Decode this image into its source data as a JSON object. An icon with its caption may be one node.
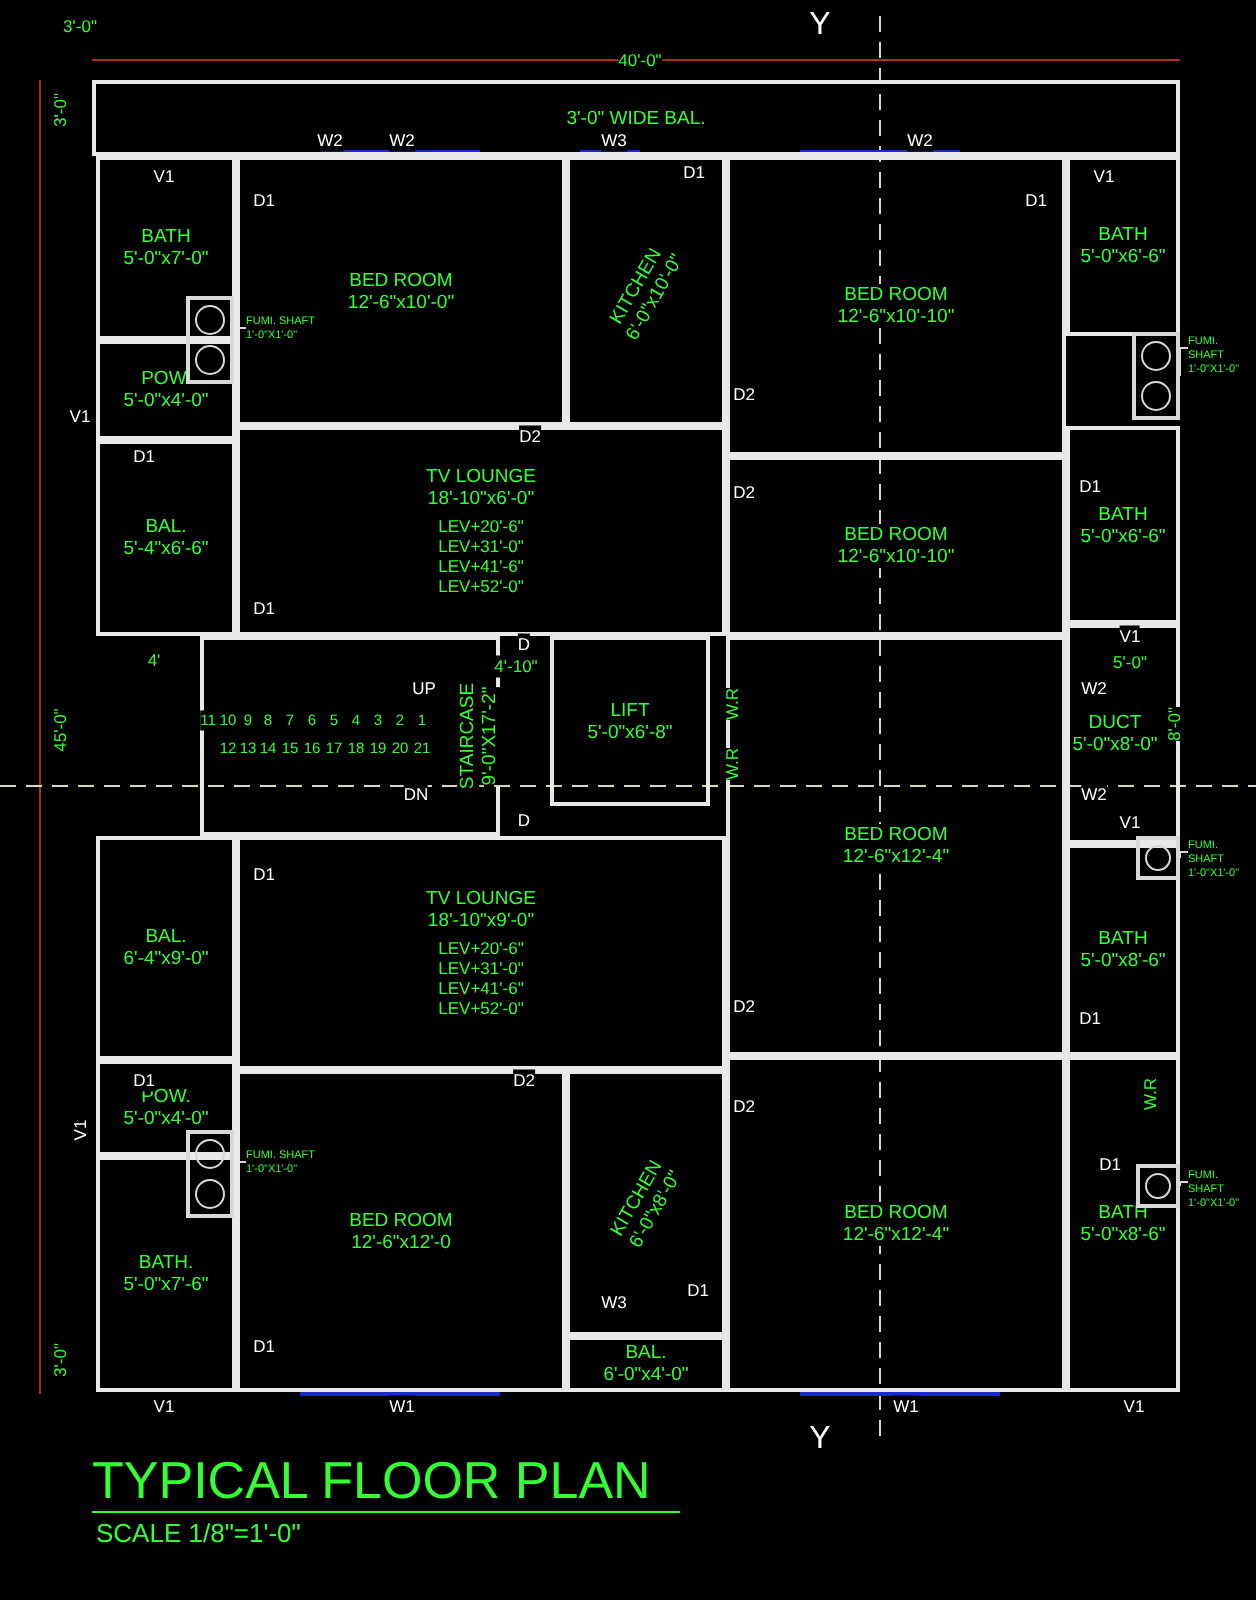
{
  "diagram": {
    "title": "TYPICAL FLOOR PLAN",
    "caption": "SCALE 1/8\"=1'-0\"",
    "nodes": [
      {
        "text": [
          "3'-0\" WIDE BAL."
        ]
      },
      {
        "text": [
          "BATH",
          "5'-0\"x7'-0\""
        ]
      },
      {
        "text": [
          "BED ROOM",
          "12'-6\"x10'-0\""
        ]
      },
      {
        "text": [
          "KITCHEN",
          "6'-0\"x10'-0\""
        ]
      },
      {
        "text": [
          "BED ROOM",
          "12'-6\"x10'-10\""
        ]
      },
      {
        "text": [
          "BATH",
          "5'-0\"x6'-6\""
        ]
      },
      {
        "text": [
          "POW.",
          "5'-0\"x4'-0\""
        ]
      },
      {
        "text": [
          "TV LOUNGE",
          "18'-10\"x6'-0\"",
          "LEV+20'-6\"",
          "LEV+31'-0\"",
          "LEV+41'-6\"",
          "LEV+52'-0\""
        ]
      },
      {
        "text": [
          "BAL.",
          "5'-4\"x6'-6\""
        ]
      },
      {
        "text": [
          "BATH",
          "5'-0\"x6'-6\""
        ]
      },
      {
        "text": [
          "BED ROOM",
          "12'-6\"x10'-10\""
        ]
      },
      {
        "text": [
          "STAIRCASE",
          "9'-0\"X17'-2\""
        ]
      },
      {
        "text": [
          "LIFT",
          "5'-0\"x6'-8\""
        ]
      },
      {
        "text": [
          "DUCT",
          "5'-0\"x8'-0\""
        ]
      },
      {
        "text": [
          "BED ROOM",
          "12'-6\"x12'-4\""
        ]
      },
      {
        "text": [
          "BATH",
          "5'-0\"x8'-6\""
        ]
      },
      {
        "text": [
          "TV LOUNGE",
          "18'-10\"x9'-0\"",
          "LEV+20'-6\"",
          "LEV+31'-0\"",
          "LEV+41'-6\"",
          "LEV+52'-0\""
        ]
      },
      {
        "text": [
          "BAL.",
          "6'-4\"x9'-0\""
        ]
      },
      {
        "text": [
          "POW.",
          "5'-0\"x4'-0\""
        ]
      },
      {
        "text": [
          "KITCHEN",
          "6'-0\"x8'-0\""
        ]
      },
      {
        "text": [
          "BED ROOM",
          "12'-6\"x12'-0"
        ]
      },
      {
        "text": [
          "BATH.",
          "5'-0\"x7'-6\""
        ]
      },
      {
        "text": [
          "BED ROOM",
          "12'-6\"x12'-4\""
        ]
      },
      {
        "text": [
          "BATH",
          "5'-0\"x8'-6\""
        ]
      },
      {
        "text": [
          "BAL.",
          "6'-0\"x4'-0\""
        ]
      },
      {
        "text": [
          "FUMI. SHAFT",
          "1'-0\"X1'-0\""
        ],
        "in": 2
      },
      {
        "text": [
          "FUMI. SHAFT",
          "1'-0\"X1'-0\""
        ]
      },
      {
        "text": [
          "FUMI. SHAFT",
          "1'-0\"X1'-0\""
        ]
      },
      {
        "text": [
          "FUMI. SHAFT",
          "1'-0\"X1'-0\""
        ],
        "in": 20
      },
      {
        "text": [
          "FUMI. SHAFT",
          "1'-0\"X1'-0\""
        ]
      },
      {
        "text": [],
        "shape": "box"
      },
      {
        "text": [],
        "shape": "box"
      },
      {
        "text": [],
        "shape": "box"
      },
      {
        "text": [],
        "shape": "box"
      },
      {
        "text": [],
        "shape": "box",
        "in": 23
      }
    ],
    "edges": [
      {
        "from": 25,
        "to": 30,
        "arrow": "none"
      },
      {
        "from": 26,
        "to": 31,
        "arrow": "none"
      },
      {
        "from": 27,
        "to": 32,
        "arrow": "none"
      },
      {
        "from": 28,
        "to": 33,
        "arrow": "none"
      },
      {
        "from": 29,
        "to": 34,
        "arrow": "none"
      }
    ],
    "labels": [
      "3'-0\"",
      "Y",
      "40'-0\"",
      "3'-0\"",
      "W2",
      "W2",
      "W3",
      "D1",
      "W2",
      "V1",
      "D1",
      "V1",
      "D1",
      "V1",
      "D2",
      "D2",
      "D1",
      "D2",
      "D1",
      "D1",
      "D",
      "V1",
      "4'",
      "4'-10\"",
      "5'-0\"",
      "UP",
      "W2",
      "45'-0\"",
      "11",
      "10",
      "9",
      "8",
      "7",
      "6",
      "5",
      "4",
      "3",
      "2",
      "1",
      "W.R",
      "8'-0\"",
      "12",
      "13",
      "14",
      "15",
      "16",
      "17",
      "18",
      "19",
      "20",
      "21",
      "W.R",
      "DN",
      "W2",
      "D",
      "V1",
      "D1",
      "D2",
      "D1",
      "D1",
      "D2",
      "D2",
      "W.R",
      "V1",
      "D1",
      "W3",
      "D1",
      "3'-0\"",
      "D1",
      "V1",
      "W1",
      "W1",
      "V1",
      "Y"
    ]
  }
}
